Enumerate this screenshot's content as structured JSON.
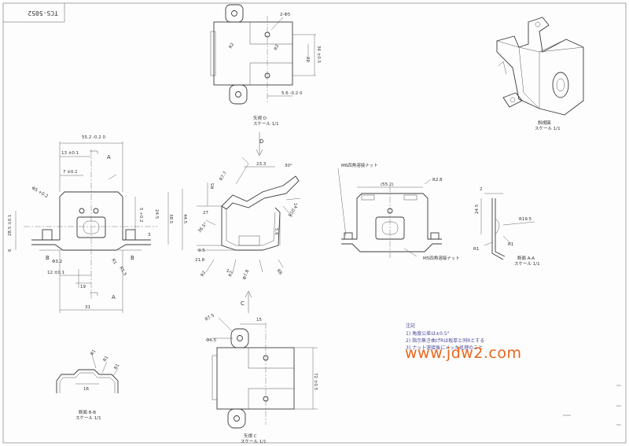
{
  "drawing": {
    "code": "TCS-5052",
    "watermark": "www.jdw2.com"
  },
  "views": {
    "top": {
      "dims": [
        "2-Φ5",
        "R2",
        "R2",
        "22",
        "36 ±0.5",
        "5.6 -0.2 0",
        "0",
        "2"
      ],
      "caption_main": "矢視 D",
      "caption_sub": "スケール 1/1"
    },
    "iso": {
      "caption_main": "斜視図",
      "caption_sub": "スケール 1/1"
    },
    "front": {
      "dims": [
        "55.2 -0.2 0",
        "13 ±0.1",
        "7 ±0.1",
        "Φ5 +0.2",
        "5 +0.2",
        "24.5",
        "38.5",
        "44.5",
        "28.5 ±0.1",
        "6",
        "Φ3.2",
        "12 ±0.1",
        "19",
        "31",
        "R1",
        "R1.5",
        "3",
        "A",
        "A",
        "B",
        "B"
      ]
    },
    "side": {
      "dims": [
        "D",
        "C",
        "23.3",
        "30°",
        "R7.7",
        "R5",
        "27",
        "R10",
        "14",
        "36.5°",
        "5.6",
        "9.5",
        "21.8",
        "R2",
        "R6",
        "Φ7.8",
        "R2",
        "2"
      ]
    },
    "rear": {
      "label_top": "M6四角溶接ナット",
      "label_bottom": "M5四角溶接ナット",
      "dims": [
        "(55.2)",
        "R2.8"
      ]
    },
    "section_a": {
      "dims": [
        "2",
        "24.5",
        "R19.5",
        "R1",
        "R1"
      ],
      "caption_main": "断面 A-A",
      "caption_sub": "スケール 1/1"
    },
    "section_b": {
      "dims": [
        "R1",
        "R1",
        "R1",
        "16"
      ],
      "caption_main": "断面 B-B",
      "caption_sub": "スケール 1/1"
    },
    "bottom": {
      "dims": [
        "R7.5",
        "Φ6.5",
        "15",
        "72 ±0.5"
      ],
      "caption_main": "矢視 C",
      "caption_sub": "スケール 1/1"
    }
  },
  "notes": {
    "heading": "注記",
    "lines": [
      "1) 角度公差は±0.5°",
      "2) 指示無き曲げRは板厚と同Rとする",
      "3) ナット溶接後にメッキ処理のこと"
    ]
  }
}
